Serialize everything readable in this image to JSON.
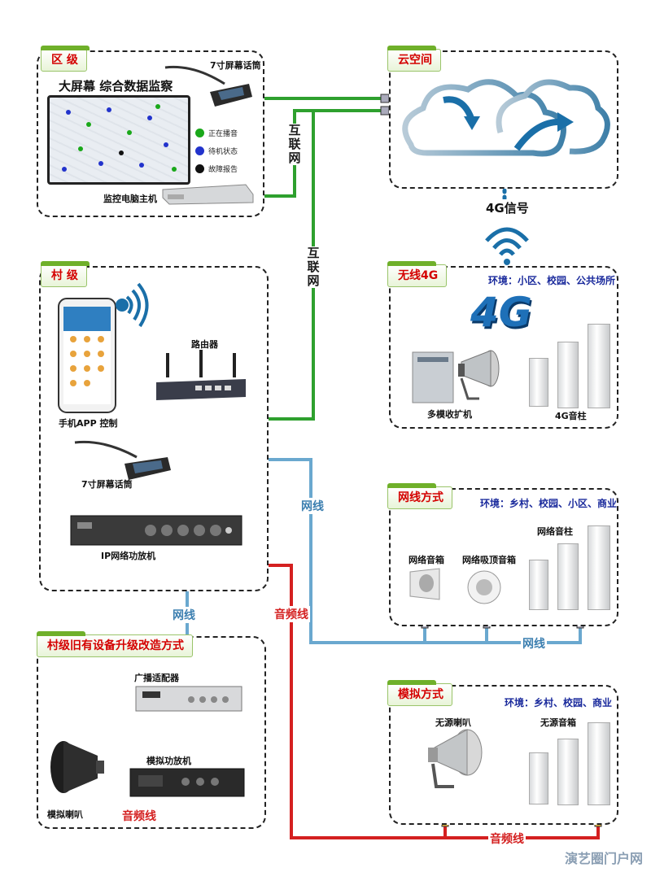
{
  "regions": {
    "district": {
      "tag": "区 级",
      "big_screen_title": "大屏幕 综合数据监察",
      "mic_label": "7寸屏幕话筒",
      "pc_label": "监控电脑主机",
      "legend": [
        {
          "text": "正在播音",
          "color": "#1aa81a"
        },
        {
          "text": "待机状态",
          "color": "#2233cc"
        },
        {
          "text": "故障报告",
          "color": "#111111"
        }
      ]
    },
    "cloud": {
      "tag": "云空间"
    },
    "village": {
      "tag": "村 级",
      "app_label": "手机APP 控制",
      "router_label": "路由器",
      "mic_label": "7寸屏幕话筒",
      "amp_label": "IP网络功放机"
    },
    "wireless": {
      "tag": "无线4G",
      "env": "环境：小区、校园、公共场所",
      "logo": "4G",
      "receiver_label": "多模收扩机",
      "column_label": "4G音柱"
    },
    "network": {
      "tag": "网线方式",
      "env": "环境：乡村、校园、小区、商业",
      "box_label": "网络音箱",
      "ceiling_label": "网络吸顶音箱",
      "column_label": "网络音柱"
    },
    "analog": {
      "tag": "模拟方式",
      "env": "环境：乡村、校园、商业",
      "horn_label": "无源喇叭",
      "box_label": "无源音箱"
    },
    "upgrade": {
      "tag": "村级旧有设备升级改造方式",
      "adapter_label": "广播适配器",
      "amp_label": "模拟功放机",
      "horn_label": "模拟喇叭"
    }
  },
  "wires": {
    "internet_1": "互\n联\n网",
    "internet_2": "互\n联\n网",
    "signal_4g": "4G信号",
    "lan_1": "网线",
    "lan_2": "网线",
    "lan_3": "网线",
    "audio_1": "音频线",
    "audio_2": "音频线",
    "audio_3": "音频线"
  },
  "colors": {
    "internet": "#2ea02e",
    "lan": "#6aa8cf",
    "audio": "#d42020",
    "tag_text": "#d40000",
    "env_text": "#1a2a9c"
  },
  "watermark": "演艺圈门户网"
}
